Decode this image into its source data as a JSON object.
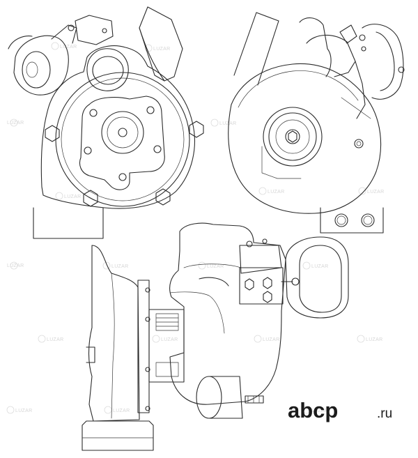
{
  "logo": {
    "brand": "abcp",
    "suffix": ".ru"
  },
  "watermark": {
    "text": "LUZAR"
  },
  "colors": {
    "line": "#2a2a2a",
    "watermark": "#d6d6d6",
    "background": "#ffffff"
  }
}
